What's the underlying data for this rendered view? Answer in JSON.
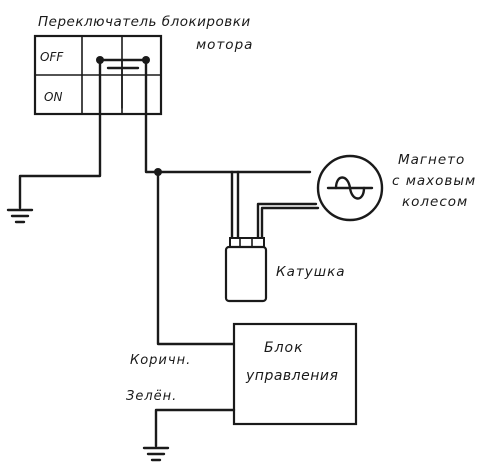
{
  "switch": {
    "title_line1": "Переключатель блокировки",
    "title_line2": "мотора",
    "off_label": "OFF",
    "on_label": "ON"
  },
  "magneto": {
    "label_line1": "Магнето",
    "label_line2": "с маховым",
    "label_line3": "колесом"
  },
  "coil": {
    "label": "Катушка"
  },
  "control_unit": {
    "label_line1": "Блок",
    "label_line2": "управления"
  },
  "wires": {
    "brown_label": "Коричн.",
    "green_label": "Зелён."
  }
}
